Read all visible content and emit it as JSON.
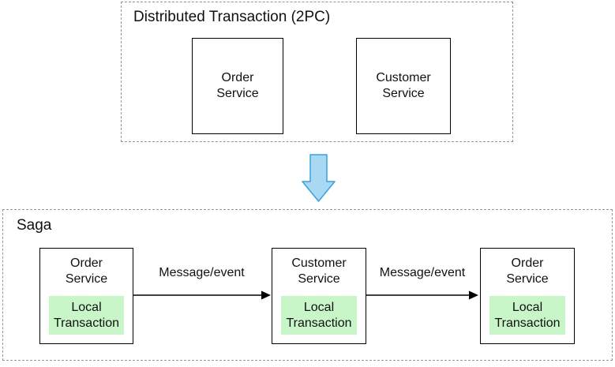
{
  "top_section": {
    "title": "Distributed Transaction (2PC)",
    "boxes": [
      {
        "label": "Order\nService"
      },
      {
        "label": "Customer\nService"
      }
    ]
  },
  "bottom_section": {
    "title": "Saga",
    "boxes": [
      {
        "label": "Order\nService",
        "inner_label": "Local\nTransaction"
      },
      {
        "label": "Customer\nService",
        "inner_label": "Local\nTransaction"
      },
      {
        "label": "Order\nService",
        "inner_label": "Local\nTransaction"
      }
    ],
    "arrows": [
      {
        "label": "Message/event"
      },
      {
        "label": "Message/event"
      }
    ]
  },
  "colors": {
    "dashed_border": "#949494",
    "solid_border": "#000000",
    "green_fill": "#c8f6c8",
    "blue_arrow_fill": "#a9d9f2",
    "blue_arrow_stroke": "#38a0e0",
    "text_color": "#111111"
  }
}
